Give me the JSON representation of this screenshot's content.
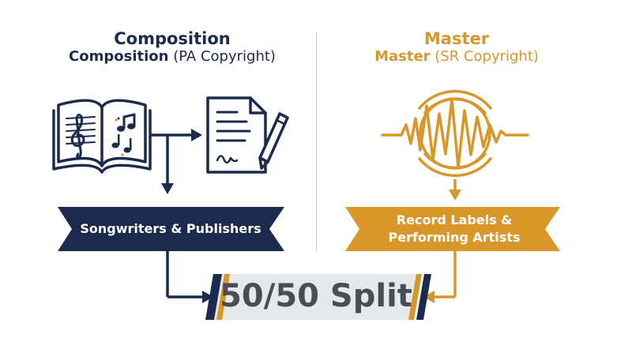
{
  "left": {
    "title": "Composition",
    "subtitle_bold": "Composition",
    "subtitle_rest": " (PA Copyright)",
    "banner": "Songwriters & Publishers"
  },
  "right": {
    "title": "Master",
    "subtitle_bold": "Master",
    "subtitle_rest": " (SR Copyright)",
    "banner_line1": "Record Labels &",
    "banner_line2": "Performing Artists"
  },
  "split_label": "50/50 Split",
  "colors": {
    "navy": "#1c2b4d",
    "gold": "#d9972a",
    "gray_text": "#4a4d52"
  },
  "icons": [
    "music-book-icon",
    "contract-pen-icon",
    "soundwave-disc-icon"
  ]
}
